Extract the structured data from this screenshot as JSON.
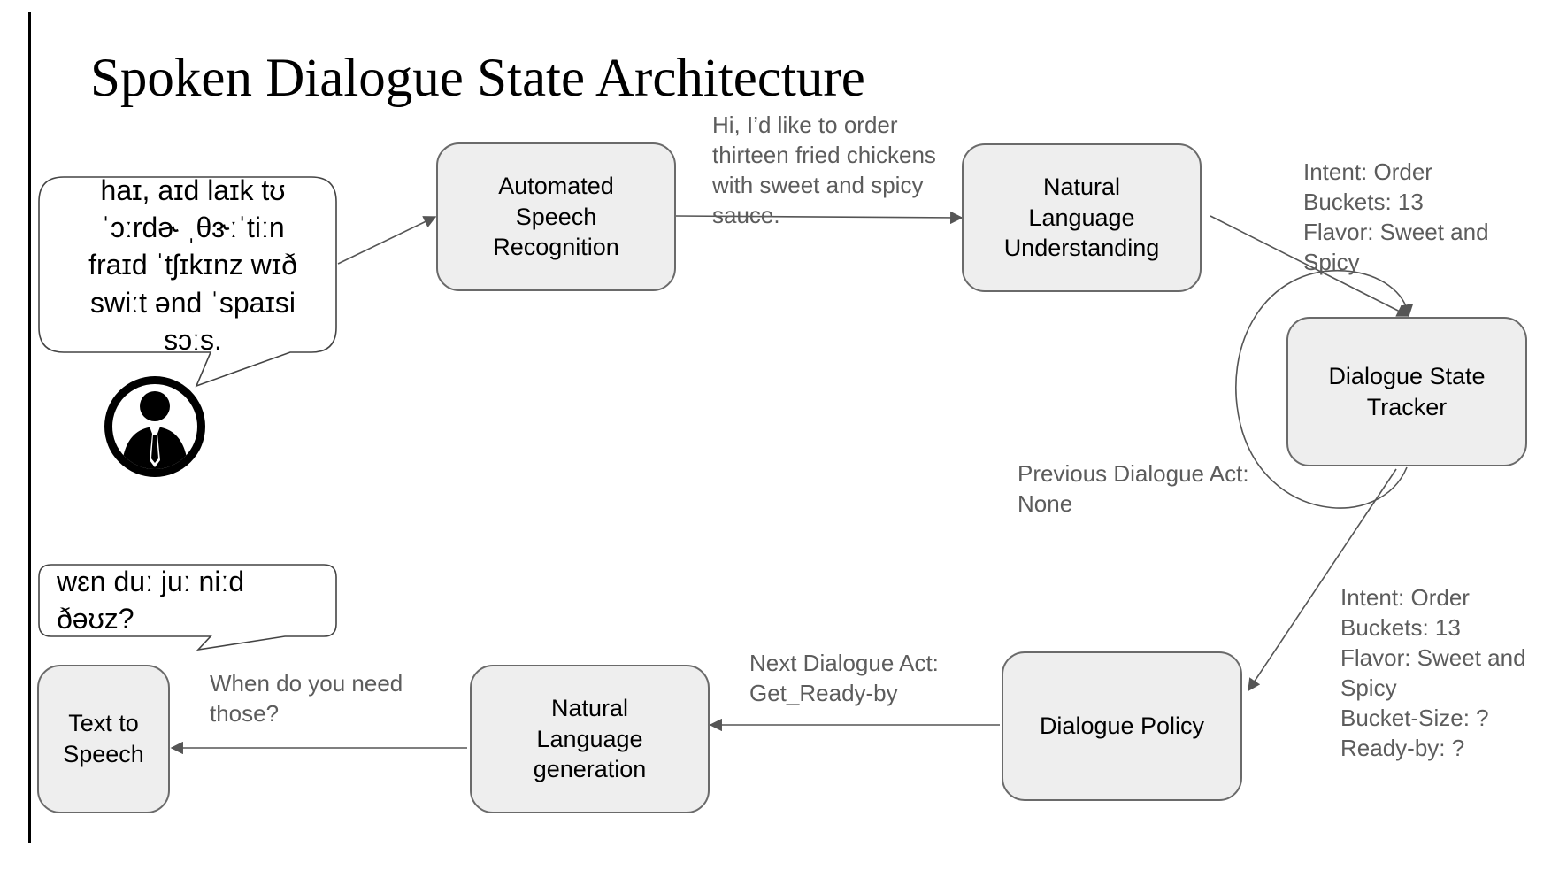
{
  "title": "Spoken Dialogue State Architecture",
  "boxes": {
    "asr": "Automated\nSpeech\nRecognition",
    "nlu": "Natural\nLanguage\nUnderstanding",
    "dst": "Dialogue State\nTracker",
    "policy": "Dialogue Policy",
    "nlg": "Natural\nLanguage\ngeneration",
    "tts": "Text to\nSpeech"
  },
  "bubbles": {
    "user_ipa": "haɪ, aɪd laɪk tʊ\nˈɔːrdɚ ˌθɝːˈtiːn\nfraɪd ˈtʃɪkɪnz wɪð\nswiːt ənd ˈspaɪsi\nsɔːs.",
    "system_ipa": "wɛn duː juː niːd\nðəʊz?"
  },
  "labels": {
    "asr_output": "Hi, I’d like to order\nthirteen fried chickens\nwith sweet and spicy\nsauce.",
    "nlu_output": "Intent: Order\nBuckets: 13\nFlavor: Sweet and\nSpicy",
    "previous_act": "Previous Dialogue Act:\nNone",
    "dst_output": "Intent: Order\nBuckets: 13\nFlavor: Sweet and\nSpicy\nBucket-Size: ?\nReady-by: ?",
    "next_act": "Next Dialogue Act:\nGet_Ready-by",
    "nlg_output": "When do you need\nthose?"
  },
  "icons": {
    "user": "user-avatar-icon"
  },
  "colors": {
    "box_fill": "#eeeeee",
    "box_border": "#6a6a6a",
    "label_text": "#5c5c5c",
    "arrow": "#555555"
  }
}
